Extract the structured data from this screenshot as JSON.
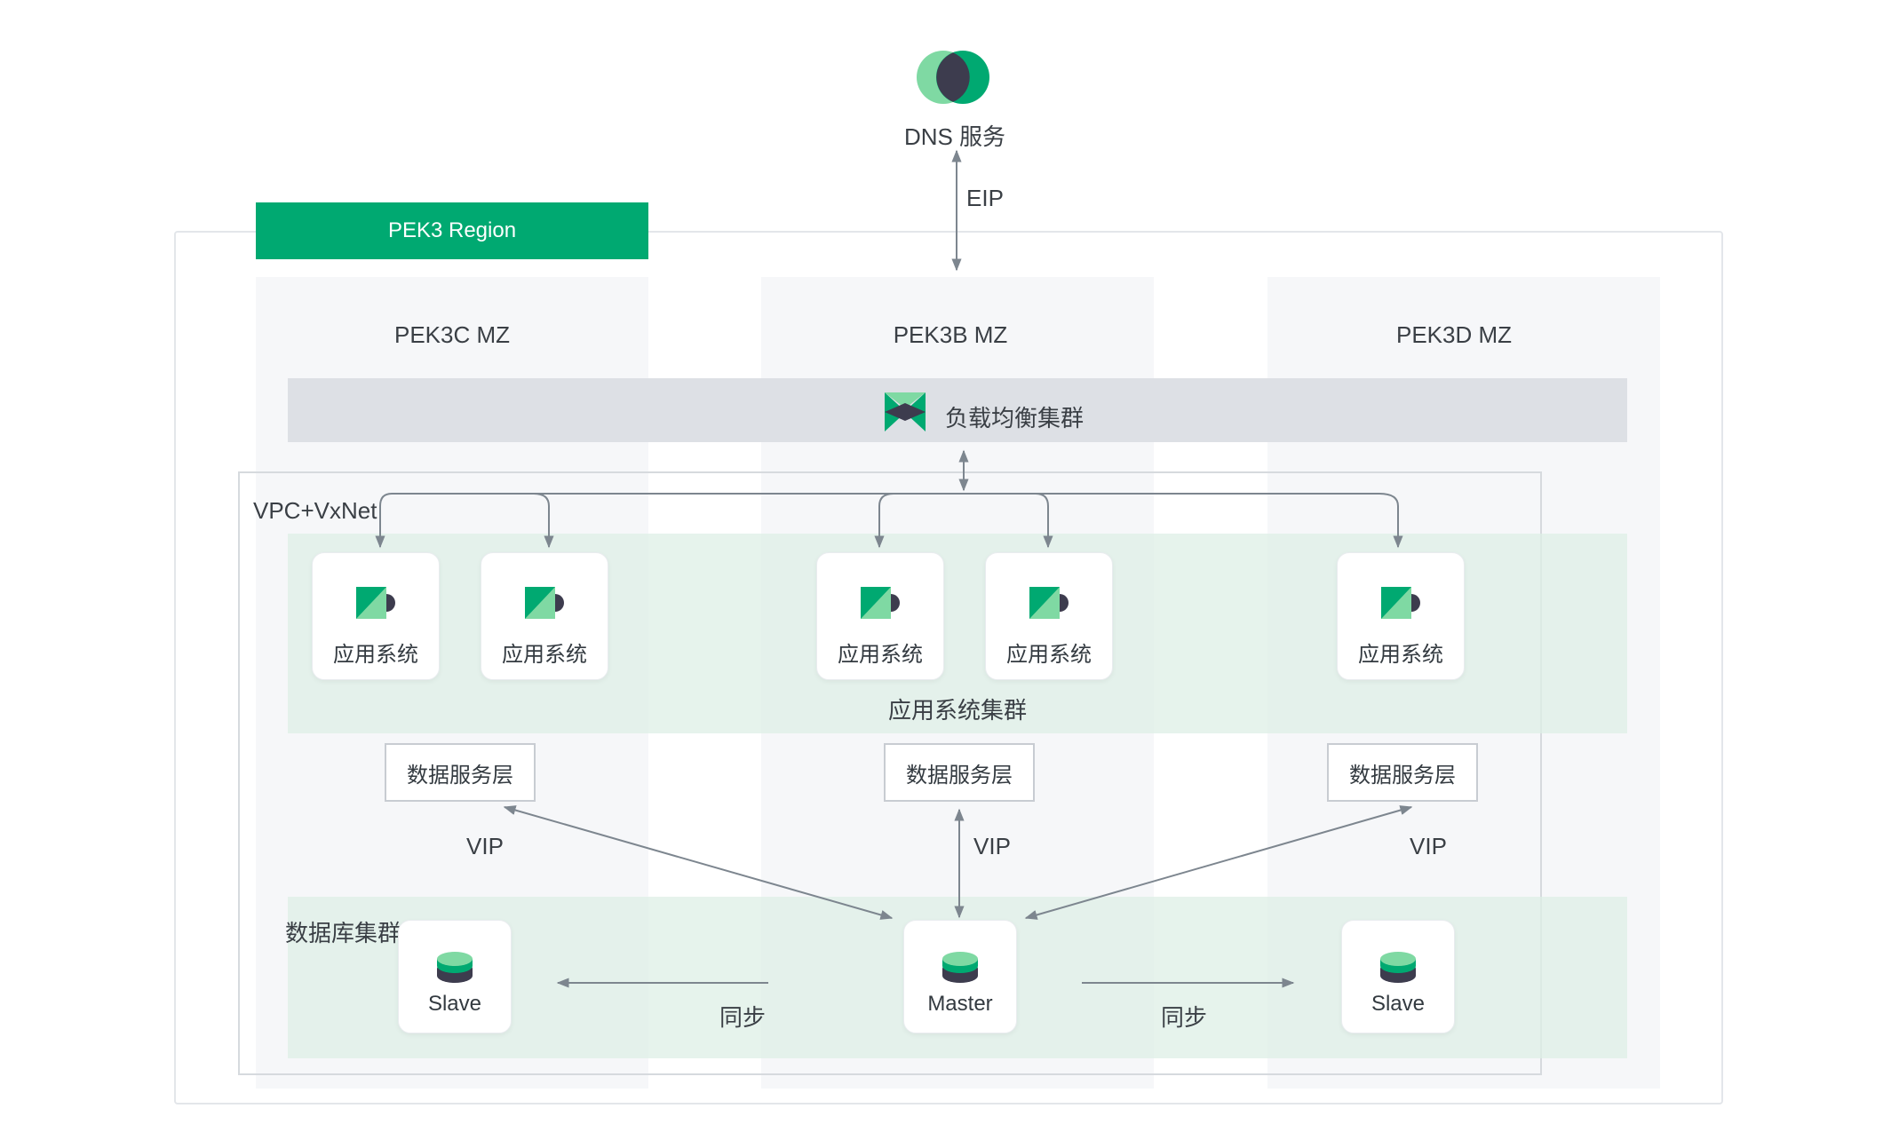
{
  "dns": {
    "label": "DNS 服务",
    "icon": "dns-icon"
  },
  "eip_label": "EIP",
  "region": {
    "label": "PEK3 Region"
  },
  "zones": [
    {
      "label": "PEK3C MZ"
    },
    {
      "label": "PEK3B MZ"
    },
    {
      "label": "PEK3D MZ"
    }
  ],
  "load_balancer": {
    "label": "负载均衡集群",
    "icon": "load-balancer-icon"
  },
  "vpc_label": "VPC+VxNet",
  "app_cluster": {
    "label": "应用系统集群",
    "node_label": "应用系统",
    "node_icon": "app-system-icon"
  },
  "data_service_label": "数据服务层",
  "vip_label": "VIP",
  "db_cluster": {
    "label": "数据库集群",
    "nodes": [
      {
        "label": "Slave"
      },
      {
        "label": "Master"
      },
      {
        "label": "Slave"
      }
    ],
    "node_icon": "database-icon"
  },
  "sync_label": "同步",
  "colors": {
    "brand_green": "#00a971",
    "light_green": "#7fd9a3",
    "dark": "#3d3c4e",
    "zone_bg": "#f6f7f9",
    "cluster_band": "#ddefe6",
    "arrow": "#7d868f"
  }
}
